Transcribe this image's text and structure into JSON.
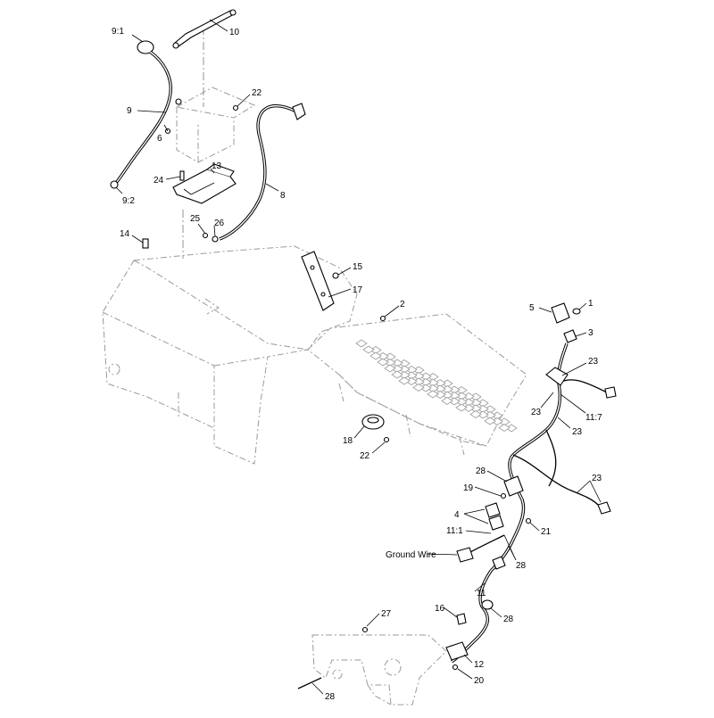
{
  "diagram": {
    "callouts": [
      {
        "id": "c-10",
        "text": "10"
      },
      {
        "id": "c-9-1",
        "text": "9:1"
      },
      {
        "id": "c-9",
        "text": "9"
      },
      {
        "id": "c-22a",
        "text": "22"
      },
      {
        "id": "c-6",
        "text": "6"
      },
      {
        "id": "c-13",
        "text": "13"
      },
      {
        "id": "c-24",
        "text": "24"
      },
      {
        "id": "c-8",
        "text": "8"
      },
      {
        "id": "c-9-2",
        "text": "9:2"
      },
      {
        "id": "c-25",
        "text": "25"
      },
      {
        "id": "c-26",
        "text": "26"
      },
      {
        "id": "c-14",
        "text": "14"
      },
      {
        "id": "c-15",
        "text": "15"
      },
      {
        "id": "c-17",
        "text": "17"
      },
      {
        "id": "c-2",
        "text": "2"
      },
      {
        "id": "c-5",
        "text": "5"
      },
      {
        "id": "c-1",
        "text": "1"
      },
      {
        "id": "c-3",
        "text": "3"
      },
      {
        "id": "c-23a",
        "text": "23"
      },
      {
        "id": "c-23b",
        "text": "23"
      },
      {
        "id": "c-11-7",
        "text": "11:7"
      },
      {
        "id": "c-23c",
        "text": "23"
      },
      {
        "id": "c-18",
        "text": "18"
      },
      {
        "id": "c-22b",
        "text": "22"
      },
      {
        "id": "c-28a",
        "text": "28"
      },
      {
        "id": "c-19",
        "text": "19"
      },
      {
        "id": "c-23d",
        "text": "23"
      },
      {
        "id": "c-4",
        "text": "4"
      },
      {
        "id": "c-21",
        "text": "21"
      },
      {
        "id": "c-11-1",
        "text": "11:1"
      },
      {
        "id": "c-ground",
        "text": "Ground Wire"
      },
      {
        "id": "c-28b",
        "text": "28"
      },
      {
        "id": "c-11",
        "text": "11"
      },
      {
        "id": "c-16",
        "text": "16"
      },
      {
        "id": "c-28c",
        "text": "28"
      },
      {
        "id": "c-27",
        "text": "27"
      },
      {
        "id": "c-12",
        "text": "12"
      },
      {
        "id": "c-20",
        "text": "20"
      },
      {
        "id": "c-28d",
        "text": "28"
      }
    ]
  }
}
